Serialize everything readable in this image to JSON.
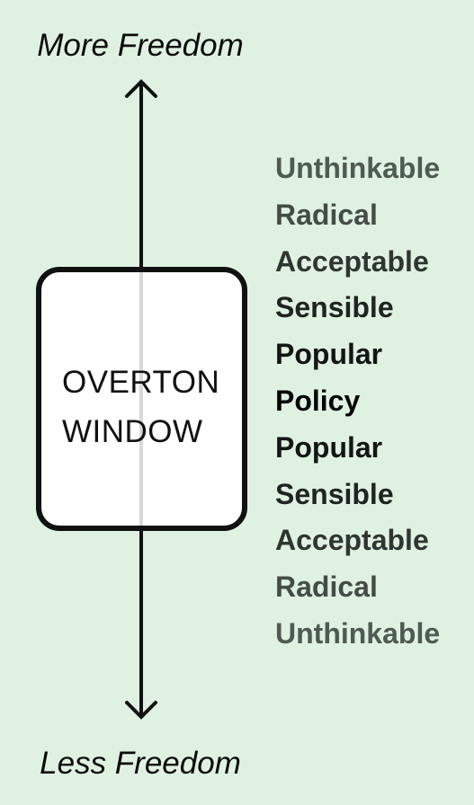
{
  "axis": {
    "top_label": "More Freedom",
    "bottom_label": "Less Freedom"
  },
  "window": {
    "line1": "OVERTON",
    "line2": "WINDOW"
  },
  "scale": [
    {
      "label": "Unthinkable",
      "color": "#4f5a52"
    },
    {
      "label": "Radical",
      "color": "#444c46"
    },
    {
      "label": "Acceptable",
      "color": "#2f3531"
    },
    {
      "label": "Sensible",
      "color": "#1f2420"
    },
    {
      "label": "Popular",
      "color": "#141614"
    },
    {
      "label": "Policy",
      "color": "#050505"
    },
    {
      "label": "Popular",
      "color": "#141614"
    },
    {
      "label": "Sensible",
      "color": "#1f2420"
    },
    {
      "label": "Acceptable",
      "color": "#2f3531"
    },
    {
      "label": "Radical",
      "color": "#444c46"
    },
    {
      "label": "Unthinkable",
      "color": "#4f5a52"
    }
  ]
}
